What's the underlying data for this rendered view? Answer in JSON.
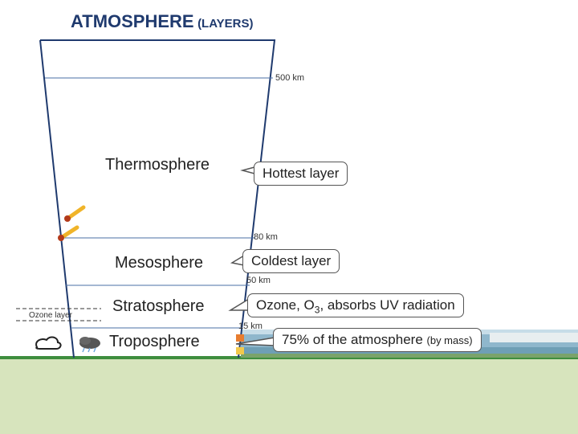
{
  "title": {
    "main": "ATMOSPHERE",
    "sub": "(LAYERS)"
  },
  "layers": {
    "thermosphere": "Thermosphere",
    "mesosphere": "Mesosphere",
    "stratosphere": "Stratosphere",
    "troposphere": "Troposphere"
  },
  "altitudes": {
    "km500": "500 km",
    "km80": "80 km",
    "km50": "50 km",
    "km15": "15 km"
  },
  "callouts": {
    "thermosphere": "Hottest layer",
    "mesosphere": "Coldest layer",
    "stratosphere_pre": "Ozone, O",
    "stratosphere_sub": "3",
    "stratosphere_post": ", absorbs UV radiation",
    "troposphere_main": "75% of the atmosphere",
    "troposphere_note": "(by mass)"
  },
  "ozone_layer_label": "Ozone layer",
  "icons": [
    "meteor-icon",
    "cloud-icon",
    "storm-cloud-icon",
    "landscape-strip"
  ],
  "colors": {
    "title": "#1f3a6e",
    "outline": "#1f3a6e",
    "boundary_lines": "#4a6fa5",
    "ground": "#d7e4bd",
    "ground_edge": "#3e8e3e"
  }
}
